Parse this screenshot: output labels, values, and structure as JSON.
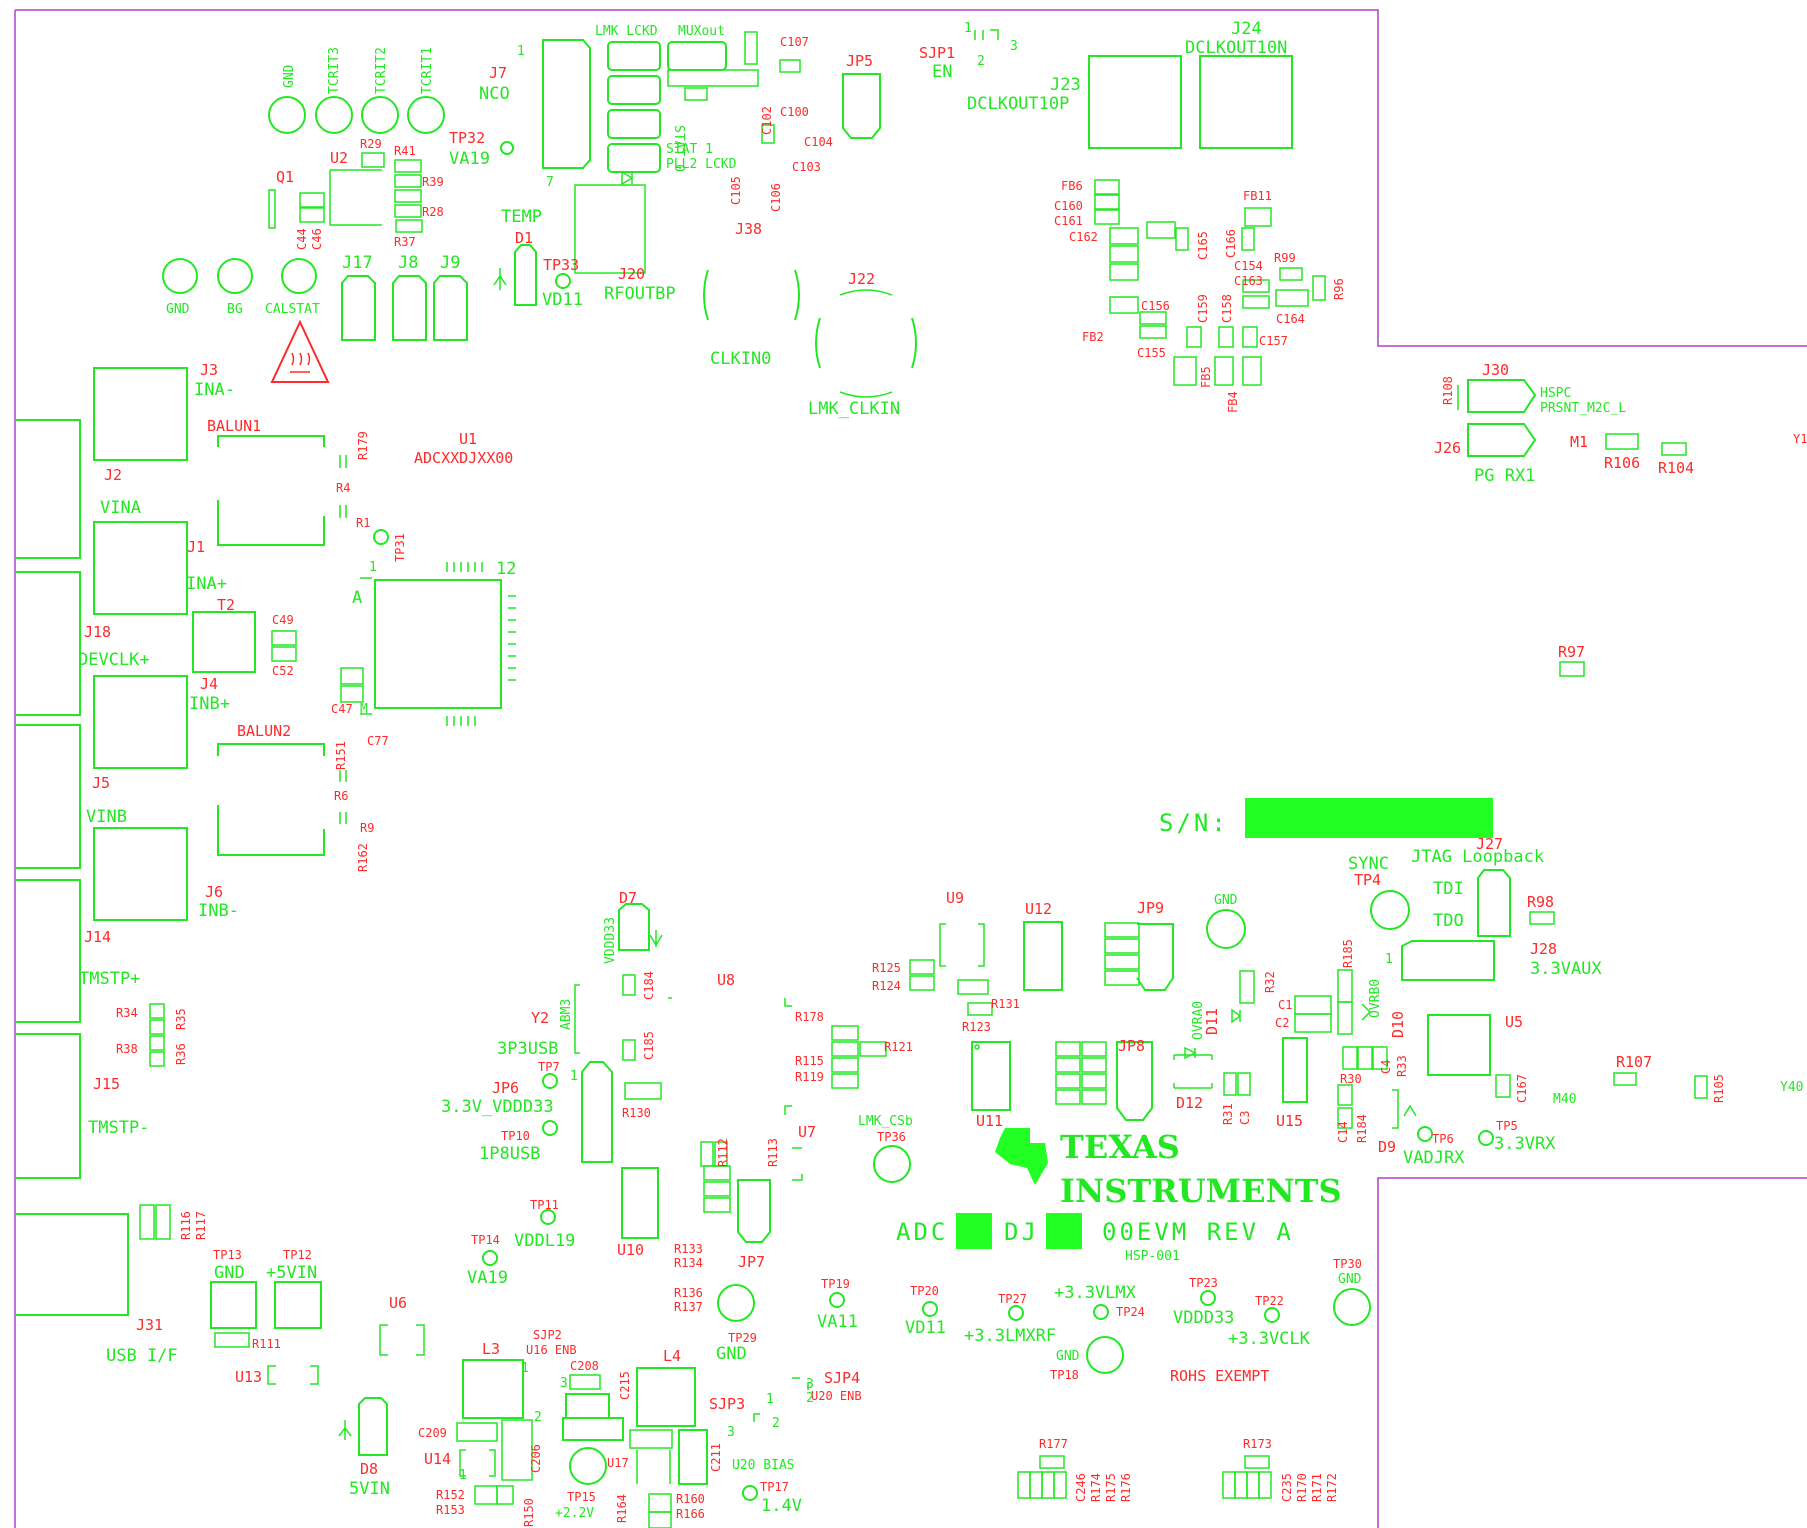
{
  "colors": {
    "silk_red": "#ff2a2a",
    "silk_green": "#22e822",
    "outline": "#b040c8",
    "fill": "#22ff22"
  },
  "labels": {
    "l0": "J24",
    "l1": "DCLKOUT10N",
    "l2": "J23",
    "l3": "DCLKOUT10P",
    "l4": "SJP1",
    "l5": "EN",
    "l6": "JP5",
    "l7": "C107",
    "l8": "C100",
    "l9": "C104",
    "l10": "C103",
    "l11": "C102",
    "l12": "C105",
    "l13": "C106",
    "l14": "LMK LCKD",
    "l15": "MUXout",
    "l16": "STAT 0",
    "l17": "STAT 1",
    "l18": "PLL2 LCKD",
    "l19": "J7",
    "l20": "NCO",
    "l21": "TP32",
    "l22": "VA19",
    "l23": "U2",
    "l24": "R29",
    "l25": "R41",
    "l26": "R39",
    "l27": "R28",
    "l28": "R37",
    "l29": "Q1",
    "l30": "C44",
    "l31": "C46",
    "l32": "GND",
    "l33": "TCRIT3",
    "l34": "TCRIT2",
    "l35": "TCRIT1",
    "l36": "GND",
    "l37": "BG",
    "l38": "CALSTAT",
    "l39": "J17",
    "l40": "J8",
    "l41": "J9",
    "l42": "TEMP",
    "l43": "D1",
    "l44": "TP33",
    "l45": "VD11",
    "l46": "J20",
    "l47": "RFOUTBP",
    "l48": "J38",
    "l49": "CLKIN0",
    "l50": "J22",
    "l51": "LMK_CLKIN",
    "l52": "J3",
    "l53": "INA-",
    "l54": "BALUN1",
    "l55": "U1",
    "l56": "ADCXXDJXX00",
    "l57": "R179",
    "l58": "R4",
    "l59": "R1",
    "l60": "TP31",
    "l61": "J2",
    "l62": "VINA",
    "l63": "J1",
    "l64": "INA+",
    "l65": "T2",
    "l66": "C49",
    "l67": "C52",
    "l68": "J18",
    "l69": "DEVCLK+",
    "l70": "J4",
    "l71": "INB+",
    "l72": "C47",
    "l73": "C77",
    "l74": "BALUN2",
    "l75": "R151",
    "l76": "R6",
    "l77": "R9",
    "l78": "R162",
    "l79": "J5",
    "l80": "VINB",
    "l81": "J6",
    "l82": "INB-",
    "l83": "J14",
    "l84": "TMSTP+",
    "l85": "R34",
    "l86": "R35",
    "l87": "R38",
    "l88": "R36",
    "l89": "J15",
    "l90": "TMSTP-",
    "l91": "FB6",
    "l92": "C160",
    "l93": "C161",
    "l94": "C162",
    "l95": "C165",
    "l96": "FB11",
    "l97": "C166",
    "l98": "C154",
    "l99": "C163",
    "l100": "R99",
    "l101": "R96",
    "l102": "C164",
    "l103": "C156",
    "l104": "C159",
    "l105": "C158",
    "l106": "FB2",
    "l107": "C155",
    "l108": "C157",
    "l109": "FB5",
    "l110": "FB4",
    "l111": "R108",
    "l112": "J30",
    "l113": "HSPC",
    "l114": "PRSNT_M2C_L",
    "l115": "J26",
    "l116": "PG RX1",
    "l117": "M1",
    "l118": "R106",
    "l119": "R104",
    "l120": "R97",
    "l121": "S/N:",
    "l122": "J27",
    "l123": "SYNC",
    "l124": "TP4",
    "l125": "JTAG Loopback",
    "l126": "TDI",
    "l127": "TDO",
    "l128": "R98",
    "l129": "J28",
    "l130": "3.3VAUX",
    "l131": "U5",
    "l132": "R185",
    "l133": "OVRB0",
    "l134": "D10",
    "l135": "C1",
    "l136": "C2",
    "l137": "C4",
    "l138": "R33",
    "l139": "R30",
    "l140": "C14",
    "l141": "R184",
    "l142": "D9",
    "l143": "TP6",
    "l144": "TP5",
    "l145": "VADJRX",
    "l146": "3.3VRX",
    "l147": "C167",
    "l148": "R107",
    "l149": "M40",
    "l150": "R105",
    "l151": "U15",
    "l152": "D11",
    "l153": "OVRA0",
    "l154": "R32",
    "l155": "D12",
    "l156": "R31",
    "l157": "C3",
    "l158": "JP9",
    "l159": "GND",
    "l160": "JP8",
    "l161": "U9",
    "l162": "U12",
    "l163": "R125",
    "l164": "R124",
    "l165": "R131",
    "l166": "R123",
    "l167": "U11",
    "l168": "U8",
    "l169": "R178",
    "l170": "R121",
    "l171": "R115",
    "l172": "R119",
    "l173": "D7",
    "l174": "VDDD33",
    "l175": "C184",
    "l176": "Y2",
    "l177": "ABM3",
    "l178": "3P3USB",
    "l179": "C185",
    "l180": "TP7",
    "l181": "JP6",
    "l182": "3.3V_VDDD33",
    "l183": "TP10",
    "l184": "1P8USB",
    "l185": "R130",
    "l186": "U7",
    "l187": "R112",
    "l188": "R113",
    "l189": "LMK_CSb",
    "l190": "TP36",
    "l191": "TP11",
    "l192": "VDDL19",
    "l193": "TP14",
    "l194": "VA19",
    "l195": "U10",
    "l196": "R133",
    "l197": "R134",
    "l198": "JP7",
    "l199": "J31",
    "l200": "USB I/F",
    "l201": "R116",
    "l202": "R117",
    "l203": "TP13",
    "l204": "GND",
    "l205": "TP12",
    "l206": "+5VIN",
    "l207": "R111",
    "l208": "U13",
    "l209": "U6",
    "l210": "D8",
    "l211": "5VIN",
    "l212": "L3",
    "l213": "SJP2",
    "l214": "U16 ENB",
    "l215": "C208",
    "l216": "C215",
    "l217": "L4",
    "l218": "C209",
    "l219": "C206",
    "l220": "U14",
    "l221": "R152",
    "l222": "R153",
    "l223": "R150",
    "l224": "TP15",
    "l225": "+2.2V",
    "l226": "U17",
    "l227": "R164",
    "l228": "R160",
    "l229": "R166",
    "l230": "C211",
    "l231": "SJP3",
    "l232": "U20 BIAS",
    "l233": "TP17",
    "l234": "1.4V",
    "l235": "SJP4",
    "l236": "U20 ENB",
    "l237": "R136",
    "l238": "R137",
    "l239": "TP29",
    "l240": "GND",
    "l241": "TP19",
    "l242": "VA11",
    "l243": "TP20",
    "l244": "VD11",
    "l245": "TP27",
    "l246": "+3.3LMXRF",
    "l247": "+3.3VLMX",
    "l248": "TP24",
    "l249": "GND",
    "l250": "TP18",
    "l251": "TP23",
    "l252": "VDDD33",
    "l253": "TP22",
    "l254": "+3.3VCLK",
    "l255": "TP30",
    "l256": "GND",
    "l257": "ROHS EXEMPT",
    "l258": "R177",
    "l259": "C246",
    "l260": "R174",
    "l261": "R175",
    "l262": "R176",
    "l263": "R173",
    "l264": "C235",
    "l265": "R170",
    "l266": "R171",
    "l267": "R172",
    "l268": "HSP-001",
    "l269": "Y1",
    "l270": "Y40",
    "l271": "M",
    "l272": "1",
    "l273": "12",
    "l274": "A",
    "l275": "1",
    "l276": "7",
    "l277": "1",
    "l278": "2",
    "l279": "3",
    "l280": "1",
    "l281": "1",
    "l282": "2",
    "l283": "3",
    "l284": "1",
    "l285": "3",
    "l286": "2",
    "l287": "3",
    "l288": "2",
    "l289": "1",
    "l290": "1",
    "logo_line1": "TEXAS",
    "logo_line2": "INSTRUMENTS",
    "rev_adc": "ADC",
    "rev_dj": "DJ",
    "rev_text": "00EVM REV A"
  }
}
